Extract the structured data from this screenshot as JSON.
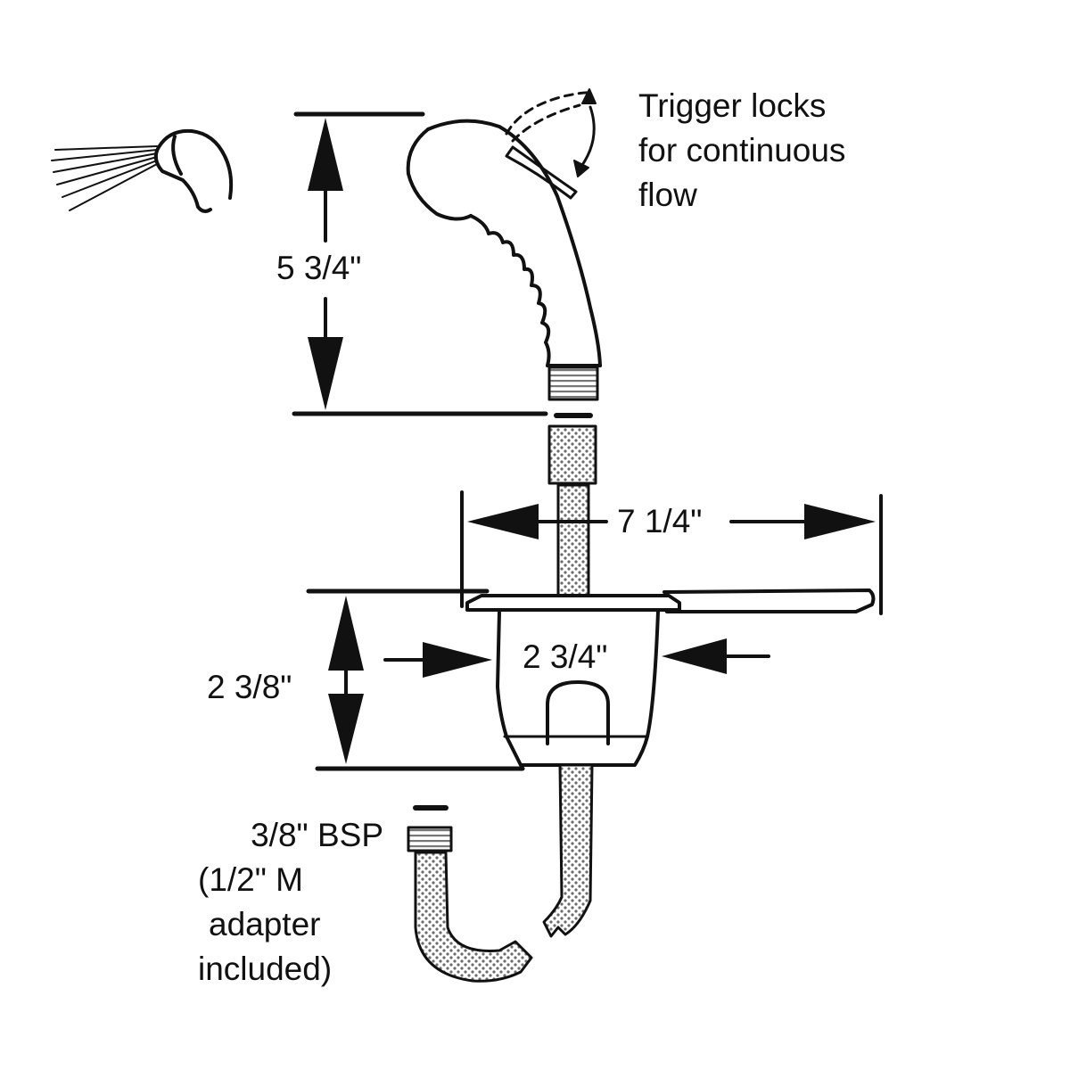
{
  "colors": {
    "ink": "#111111",
    "background": "#ffffff",
    "hose": "#9a9a9a"
  },
  "annotations": {
    "trigger_note": [
      "Trigger locks",
      "for continuous",
      "flow"
    ],
    "handle_height": "5 3/4\"",
    "overall_width": "7 1/4\"",
    "housing_width": "2 3/4\"",
    "housing_height": "2 3/8\"",
    "connection_note": [
      "3/8\" BSP",
      "(1/2\" M",
      "adapter",
      "included)"
    ]
  },
  "parts": [
    "spray-view-icon",
    "shower-handset",
    "handset-threaded-end",
    "hose-coupling",
    "deck-mount-housing",
    "hose",
    "hose-end-fitting"
  ]
}
